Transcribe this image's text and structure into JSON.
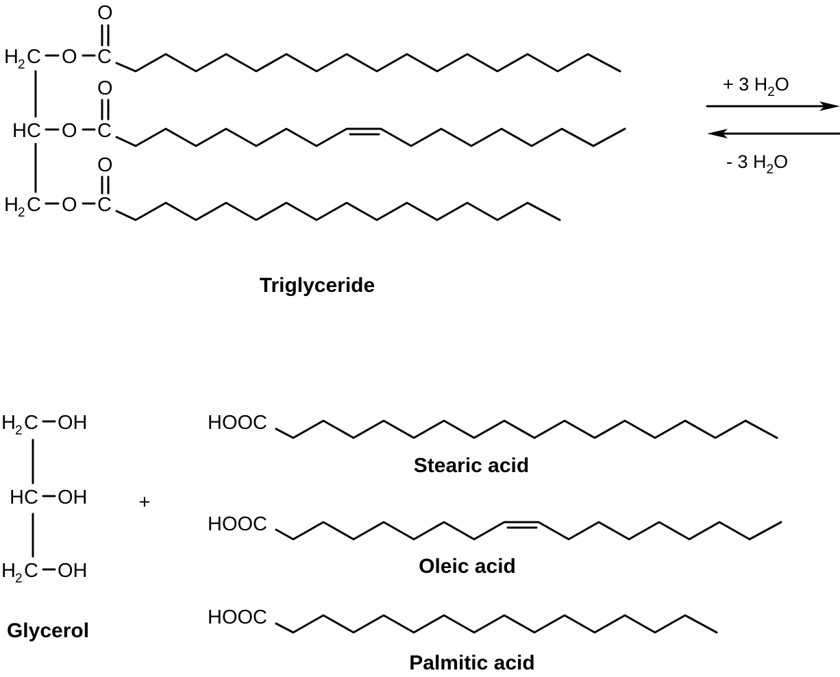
{
  "labels": {
    "triglyceride": "Triglyceride",
    "glycerol": "Glycerol",
    "stearic_acid": "Stearic acid",
    "oleic_acid": "Oleic acid",
    "palmitic_acid": "Palmitic acid",
    "plus": "+"
  },
  "reaction": {
    "forward_prefix": "+ 3 H",
    "reverse_prefix": "- 3 H",
    "subscript": "2",
    "suffix": "O"
  },
  "atoms": {
    "H": "H",
    "C": "C",
    "O": "O",
    "HC": "HC",
    "OH": "OH",
    "HOOC": "HOOC",
    "sub2": "2"
  }
}
